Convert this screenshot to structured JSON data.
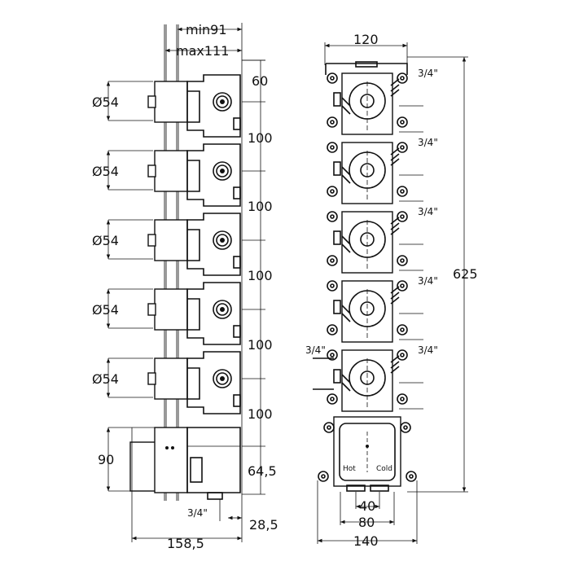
{
  "side_view": {
    "min_depth": "min91",
    "max_depth": "max111",
    "top_offset": "60",
    "spacing": [
      "100",
      "100",
      "100",
      "100",
      "100"
    ],
    "bottom_offset": "64,5",
    "diameters": [
      "Ø54",
      "Ø54",
      "Ø54",
      "Ø54",
      "Ø54"
    ],
    "box_height": "90",
    "total_depth": "158,5",
    "back_depth": "28,5",
    "connection_size": "3/4\""
  },
  "front_view": {
    "top_width": "120",
    "total_height": "625",
    "port_labels": [
      "3/4\"",
      "3/4\"",
      "3/4\"",
      "3/4\"",
      "3/4\""
    ],
    "left_port_label": "3/4\"",
    "hot_label": "Hot",
    "cold_label": "Cold",
    "dim_40": "40",
    "dim_80": "80",
    "dim_140": "140"
  }
}
